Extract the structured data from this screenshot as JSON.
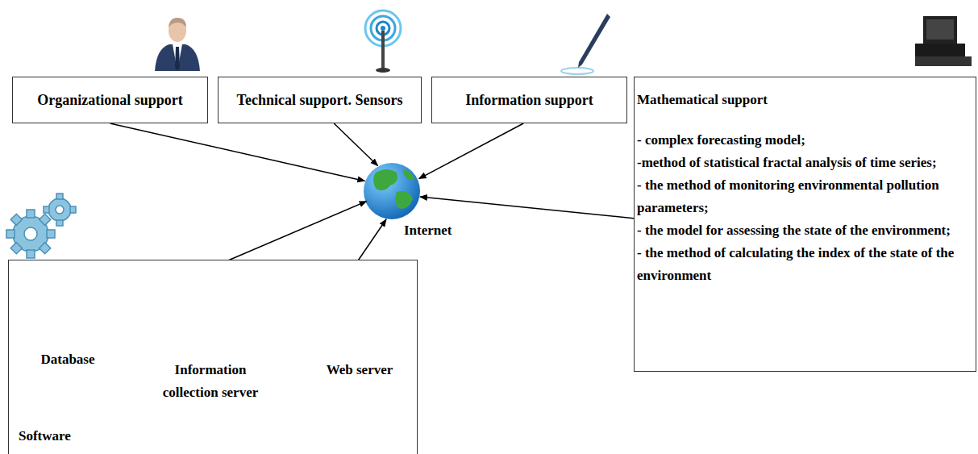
{
  "diagram": {
    "nodes": [
      {
        "text": [
          "Organizational support"
        ]
      },
      {
        "text": [
          "Technical support. Sensors"
        ]
      },
      {
        "text": [
          "Information support"
        ]
      },
      {
        "text": [
          "Mathematical support",
          "- complex forecasting model;",
          "-method of statistical fractal analysis of time series;",
          "- the method of monitoring environmental pollution parameters;",
          "- the model for assessing the state of the environment;",
          "- the method of calculating the index of the state of the environment"
        ]
      },
      {
        "text": [
          "Internet"
        ]
      },
      {
        "text": [
          "Software"
        ]
      },
      {
        "text": [
          "Database"
        ],
        "in": 5
      },
      {
        "text": [
          "Information collection server"
        ],
        "in": 5
      },
      {
        "text": [
          "Web server"
        ],
        "in": 5
      }
    ],
    "edges": [
      {
        "from": 0,
        "to": 4,
        "arrow": "to"
      },
      {
        "from": 1,
        "to": 4,
        "arrow": "to"
      },
      {
        "from": 2,
        "to": 4,
        "arrow": "to"
      },
      {
        "from": 3,
        "to": 4,
        "arrow": "to"
      },
      {
        "from": 7,
        "to": 4,
        "arrow": "to"
      },
      {
        "from": 8,
        "to": 4,
        "arrow": "to"
      },
      {
        "from": 8,
        "to": 7,
        "arrow": "to"
      },
      {
        "from": 7,
        "to": 6,
        "arrow": "to"
      }
    ]
  }
}
